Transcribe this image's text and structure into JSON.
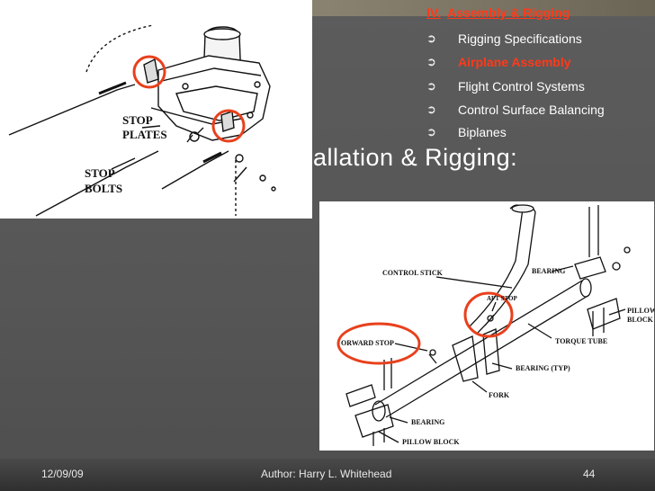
{
  "slide": {
    "title_fragment": "allation & Rigging:",
    "outline": {
      "heading_number": "IV.",
      "heading_text": "Assembly & Rigging",
      "items": [
        {
          "label": "Rigging Specifications",
          "active": false
        },
        {
          "label": "Airplane Assembly",
          "active": true
        },
        {
          "label": "Flight Control Systems",
          "active": false
        },
        {
          "label": "Control Surface Balancing",
          "active": false
        },
        {
          "label": "Biplanes",
          "active": false
        }
      ],
      "bullet_glyph": "➲"
    },
    "left_figure": {
      "labels": [
        "STOP",
        "PLATES",
        "STOP",
        "BOLTS"
      ]
    },
    "right_figure": {
      "labels": {
        "control_stick": "CONTROL STICK",
        "bearing_top": "BEARING",
        "aft_stop": "AFT STOP",
        "pillow_block_1": "PILLOW",
        "pillow_block_2": "BLOCK",
        "forward_stop": "ORWARD STOP",
        "torque_tube": "TORQUE TUBE",
        "bearing_typ": "BEARING (TYP)",
        "fork": "FORK",
        "bearing_bottom": "BEARING",
        "pillow_block_bottom": "PILLOW BLOCK"
      }
    },
    "footer": {
      "date": "12/09/09",
      "author": "Author:  Harry L. Whitehead",
      "page": "44"
    },
    "colors": {
      "accent_red": "#ff3a1a",
      "highlight_circle": "#e8401c",
      "slide_bg": "#555555"
    }
  }
}
